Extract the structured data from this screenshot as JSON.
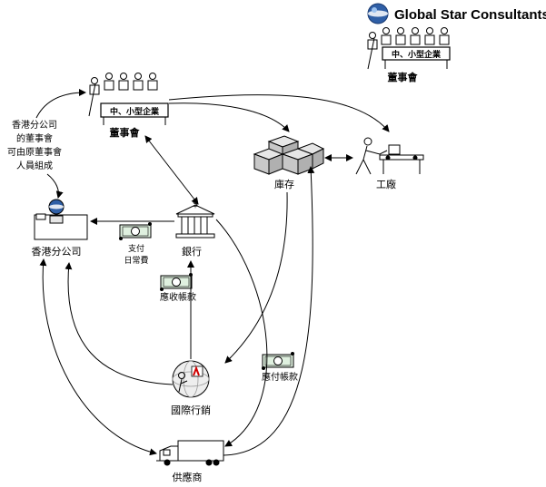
{
  "brand": {
    "name": "Global Star Consultants",
    "board_label": "董事會",
    "board_sign": "中、小型企業"
  },
  "nodes": {
    "board": {
      "label": "董事會",
      "sign": "中、小型企業"
    },
    "inventory": {
      "label": "庫存"
    },
    "factory": {
      "label": "工廠"
    },
    "hk_branch": {
      "label": "香港分公司"
    },
    "bank": {
      "label": "銀行"
    },
    "intl_sales": {
      "label": "國際行銷"
    },
    "supplier": {
      "label": "供應商"
    }
  },
  "annotations": {
    "board_note": [
      "香港分公司",
      "的董事會",
      "可由原董事會",
      "人員組成"
    ],
    "daily_expense": [
      "支付",
      "日常費"
    ],
    "receivables": "應收帳款",
    "payables": "應付帳款"
  },
  "icons": {
    "logo": "globe-logo-icon",
    "people": "board-people-icon",
    "boxes": "inventory-boxes-icon",
    "worker": "factory-worker-icon",
    "bank": "bank-building-icon",
    "globe": "intl-globe-icon",
    "truck": "truck-icon",
    "money": "money-note-icon"
  }
}
